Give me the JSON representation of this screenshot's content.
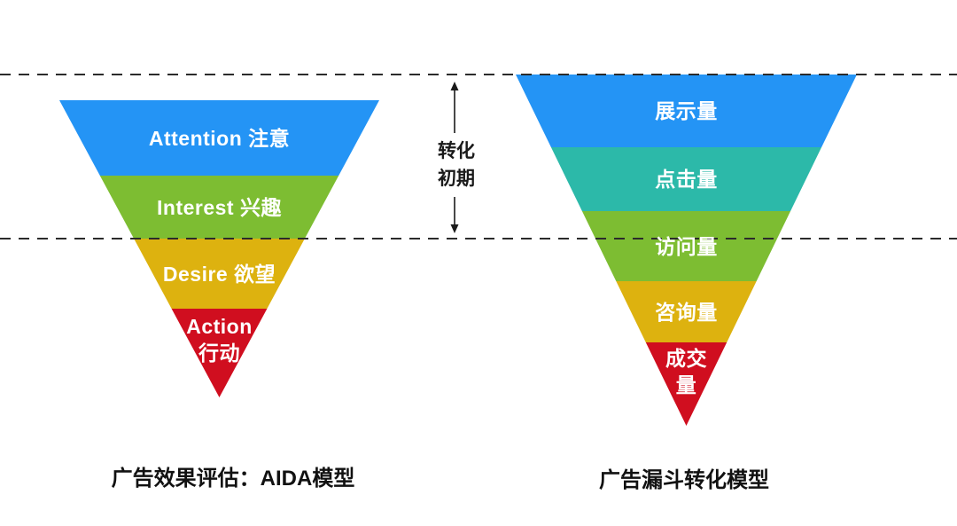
{
  "page": {
    "background": "#ffffff"
  },
  "colors": {
    "blue": "#2494F5",
    "teal": "#2CB9A9",
    "green": "#7DBD32",
    "gold": "#DDB20F",
    "red": "#D00E1F",
    "dashed_line": "#2B2B2B",
    "funnel_text": "#FFFFFF",
    "caption_text": "#111111",
    "arrow": "#1A1A1A"
  },
  "funnels": {
    "aida": {
      "caption": "广告效果评估：AIDA模型",
      "layers": [
        {
          "label": "Attention 注意",
          "color": "#2494F5"
        },
        {
          "label": "Interest 兴趣",
          "color": "#7DBD32"
        },
        {
          "label": "Desire 欲望",
          "color": "#DDB20F"
        },
        {
          "label": "Action\n行动",
          "color": "#D00E1F"
        }
      ]
    },
    "conversion": {
      "caption": "广告漏斗转化模型",
      "layers": [
        {
          "label": "展示量",
          "color": "#2494F5"
        },
        {
          "label": "点击量",
          "color": "#2CB9A9"
        },
        {
          "label": "访问量",
          "color": "#7DBD32"
        },
        {
          "label": "咨询量",
          "color": "#DDB20F"
        },
        {
          "label": "成交\n量",
          "color": "#D00E1F"
        }
      ]
    }
  },
  "annotation": {
    "stage_label": "转化\n初期"
  }
}
